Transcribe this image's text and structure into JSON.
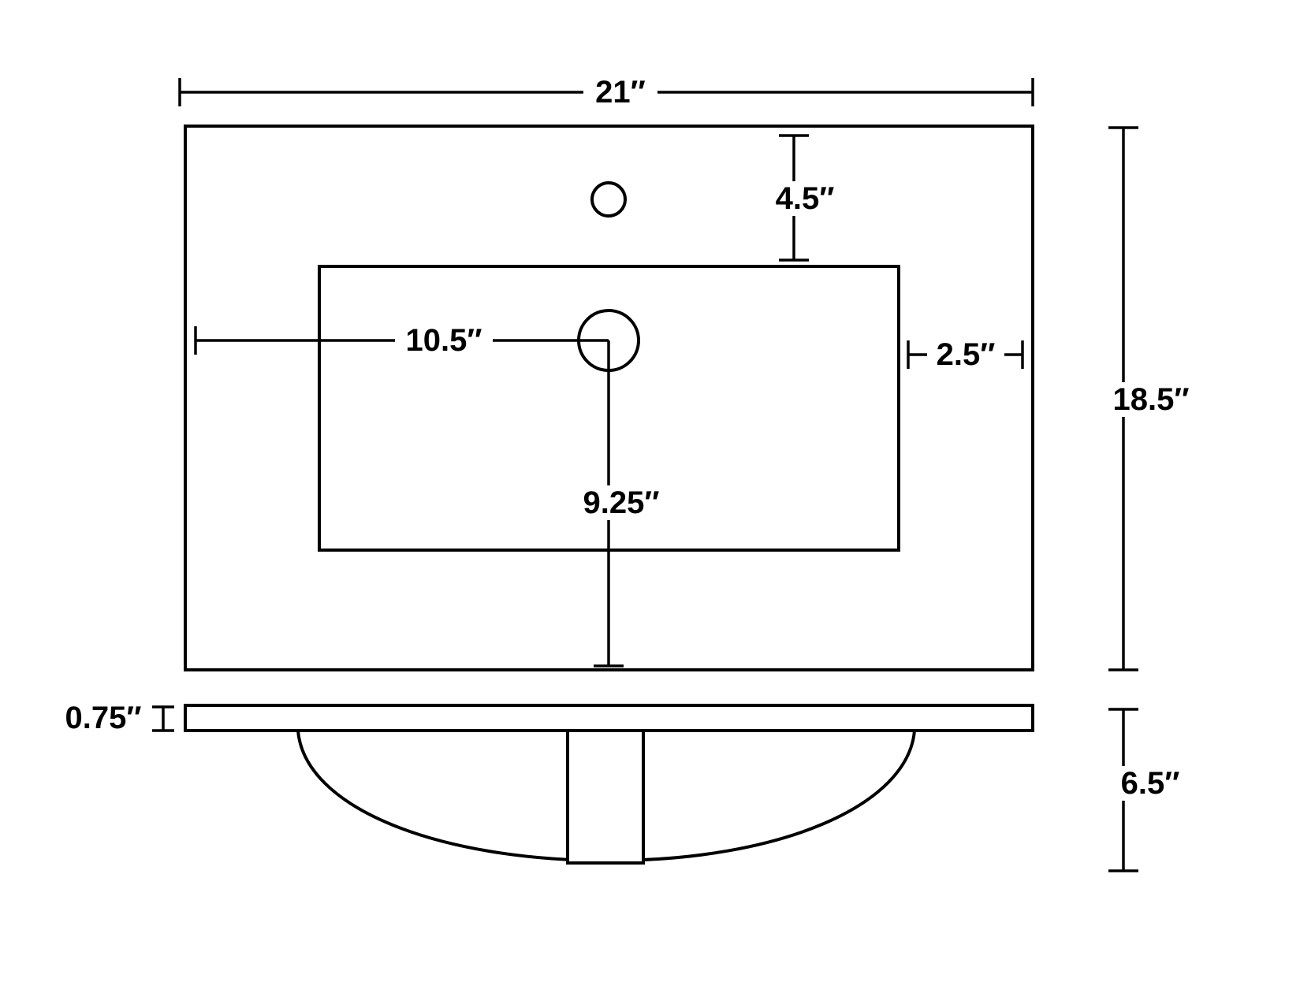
{
  "colors": {
    "line": "#000000",
    "background": "#ffffff"
  },
  "labels": {
    "overall_width": "21″",
    "overall_depth": "18.5″",
    "faucet_hole_from_top": "4.5″",
    "drain_center_from_left": "10.5″",
    "basin_edge_to_right_edge": "2.5″",
    "drain_center_to_bottom": "9.25″",
    "countertop_thickness": "0.75″",
    "bowl_depth": "6.5″"
  }
}
